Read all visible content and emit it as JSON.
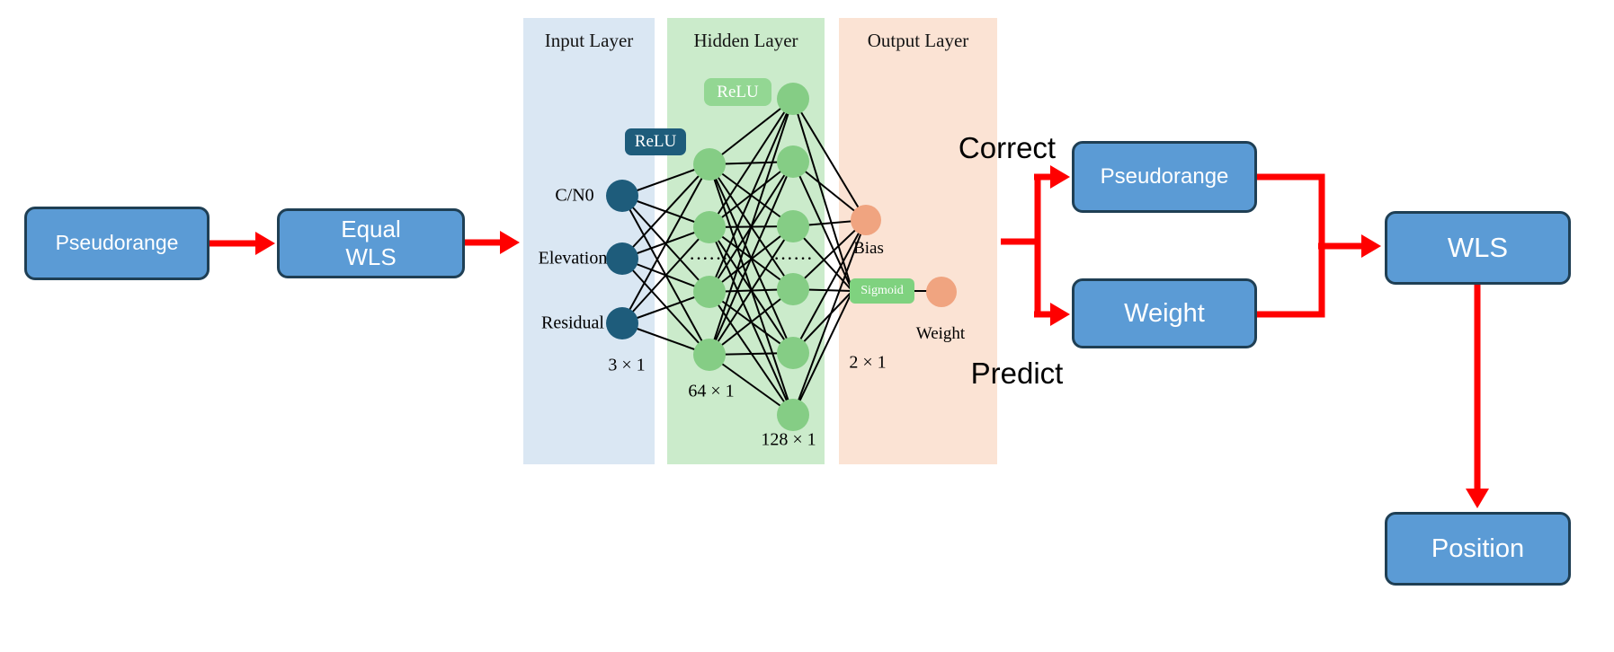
{
  "diagram": {
    "background": "#ffffff",
    "accent_red": "#ff0000",
    "box_fill": "#5b9bd5",
    "box_border": "#1f3f54",
    "edge_color": "#000000"
  },
  "flow": {
    "pseudorange_in": "Pseudorange",
    "equal_wls_line1": "Equal",
    "equal_wls_line2": "WLS",
    "correct_label": "Correct",
    "predict_label": "Predict",
    "pseudorange_out": "Pseudorange",
    "weight_box": "Weight",
    "wls": "WLS",
    "position": "Position"
  },
  "network": {
    "input_layer": {
      "title": "Input Layer",
      "activation": "ReLU",
      "node_labels": [
        "C/N0",
        "Elevation",
        "Residual"
      ],
      "dim": "3 × 1",
      "node_color": "#1e5c7b",
      "badge_color": "#1e5c7b",
      "panel_color": "#dae7f3"
    },
    "hidden_layer": {
      "title": "Hidden Layer",
      "activation": "ReLU",
      "dots": "······",
      "dims": [
        "64 × 1",
        "128 × 1"
      ],
      "node_color": "#85cd85",
      "badge_color": "#93d793",
      "panel_color": "#cbebcb"
    },
    "output_layer": {
      "title": "Output Layer",
      "activation": "Sigmoid",
      "node_labels": [
        "Bias",
        "Weight"
      ],
      "dim": "2 × 1",
      "node_color": "#f0a480",
      "badge_color": "#7fd27f",
      "panel_color": "#fbe3d4"
    }
  }
}
